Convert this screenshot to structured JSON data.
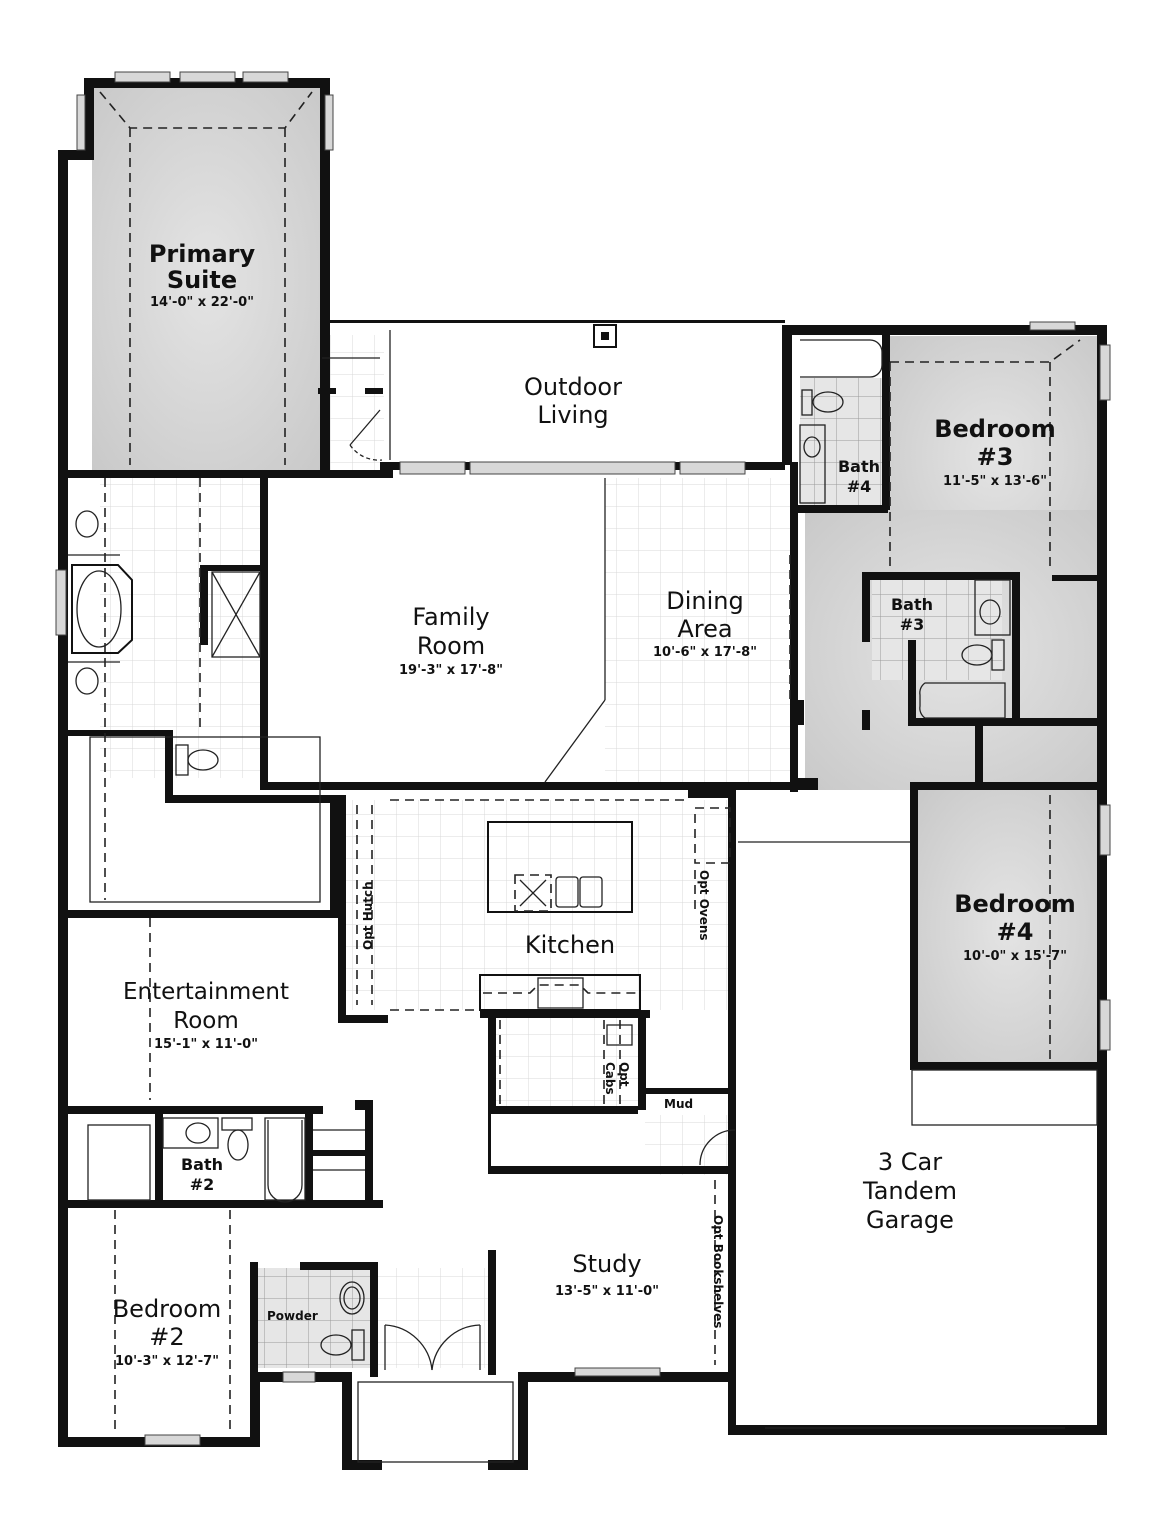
{
  "plan": {
    "rooms": {
      "primary_suite": {
        "name_line1": "Primary",
        "name_line2": "Suite",
        "dimensions": "14'-0\" x 22'-0\""
      },
      "outdoor_living": {
        "name_line1": "Outdoor",
        "name_line2": "Living"
      },
      "bedroom3": {
        "name_line1": "Bedroom",
        "name_line2": "#3",
        "dimensions": "11'-5\" x 13'-6\""
      },
      "bath4": {
        "name_line1": "Bath",
        "name_line2": "#4"
      },
      "family_room": {
        "name_line1": "Family",
        "name_line2": "Room",
        "dimensions": "19'-3\" x 17'-8\""
      },
      "dining_area": {
        "name_line1": "Dining",
        "name_line2": "Area",
        "dimensions": "10'-6\" x 17'-8\""
      },
      "bath3": {
        "name_line1": "Bath",
        "name_line2": "#3"
      },
      "kitchen": {
        "name": "Kitchen"
      },
      "bedroom4": {
        "name_line1": "Bedroom",
        "name_line2": "#4",
        "dimensions": "10'-0\" x 15'-7\""
      },
      "entertainment_room": {
        "name_line1": "Entertainment",
        "name_line2": "Room",
        "dimensions": "15'-1\" x 11'-0\""
      },
      "bath2": {
        "name_line1": "Bath",
        "name_line2": "#2"
      },
      "mud": {
        "name": "Mud"
      },
      "garage": {
        "name_line1": "3 Car",
        "name_line2": "Tandem",
        "name_line3": "Garage"
      },
      "study": {
        "name": "Study",
        "dimensions": "13'-5\" x 11'-0\""
      },
      "bedroom2": {
        "name_line1": "Bedroom",
        "name_line2": "#2",
        "dimensions": "10'-3\" x 12'-7\""
      },
      "powder": {
        "name": "Powder"
      }
    },
    "options": {
      "opt_hutch": "Opt Hutch",
      "opt_ovens": "Opt Ovens",
      "opt_cabs_line1": "Opt",
      "opt_cabs_line2": "Cabs",
      "opt_bookshelves": "Opt Bookshelves"
    }
  }
}
